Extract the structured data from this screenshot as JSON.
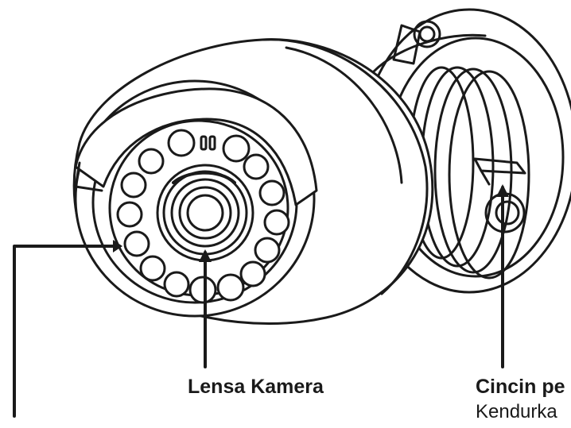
{
  "labels": {
    "lens": "Lensa Kamera",
    "ring_title": "Cincin pe",
    "ring_desc": "Kendurka"
  },
  "colors": {
    "line": "#1a1a1a",
    "background": "#ffffff"
  }
}
